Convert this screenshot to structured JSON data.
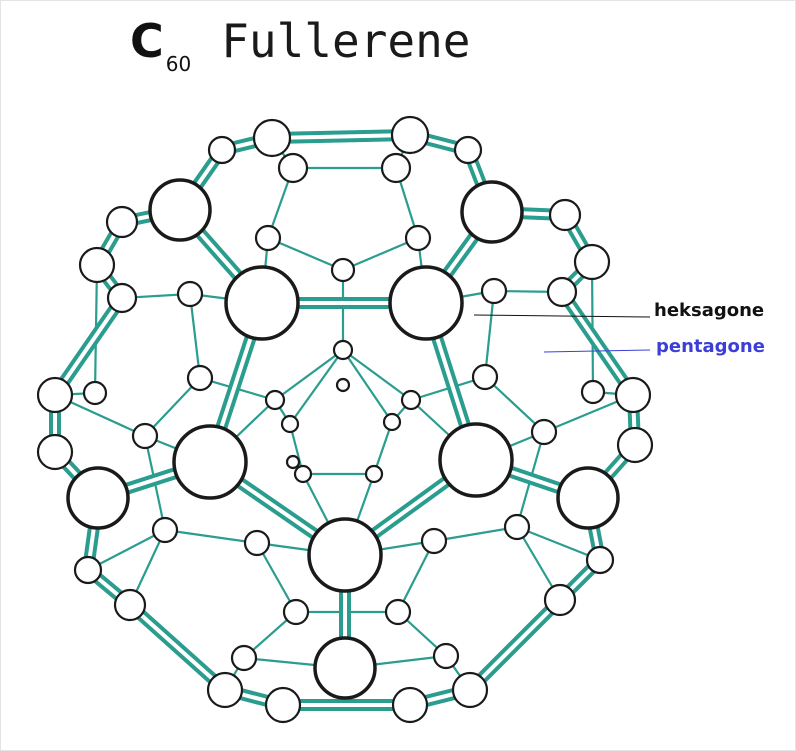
{
  "title": {
    "formula": "C",
    "formula_subscript": "60",
    "name": "Fullerene"
  },
  "labels": {
    "hexagon": "heksagone",
    "pentagon": "pentagone"
  },
  "colors": {
    "bond": "#2a9d8f",
    "bond_light": "#ffffff",
    "atom_stroke": "#1a1a1a",
    "atom_fill": "#ffffff",
    "pentagon_label": "#3b3fd6",
    "hexagon_label": "#111111"
  }
}
